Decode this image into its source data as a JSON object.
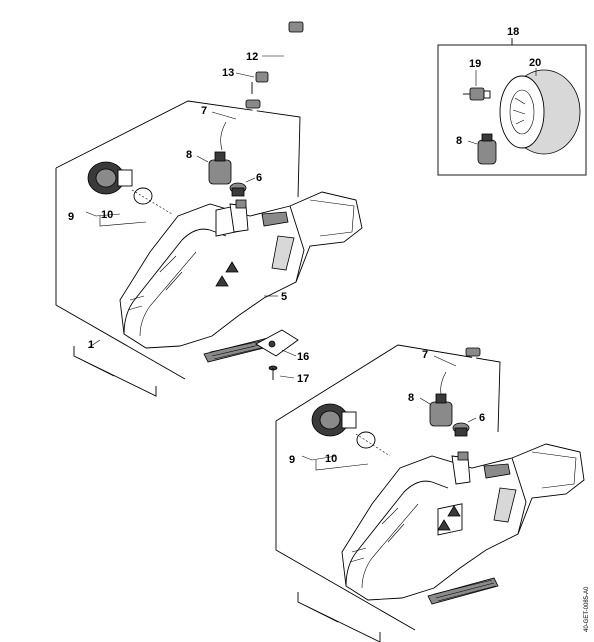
{
  "callouts": {
    "c1": "1",
    "c5": "5",
    "c6a": "6",
    "c6b": "6",
    "c7a": "7",
    "c7b": "7",
    "c8a": "8",
    "c8b": "8",
    "c8c": "8",
    "c9a": "9",
    "c9b": "9",
    "c10a": "10",
    "c10b": "10",
    "c12": "12",
    "c13": "13",
    "c16": "16",
    "c17": "17",
    "c18": "18",
    "c19": "19",
    "c20": "20"
  },
  "reference_code": "40-GET-0085-A0"
}
